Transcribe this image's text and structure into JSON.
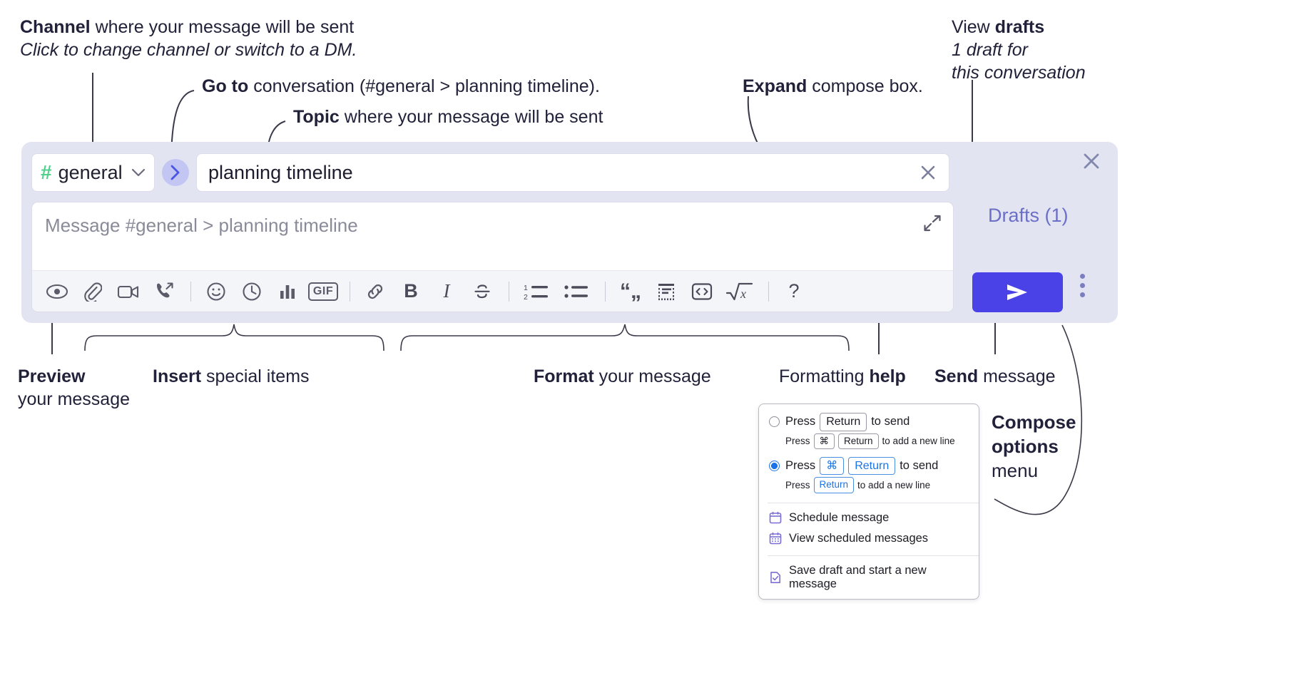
{
  "annotations": {
    "channel": {
      "bold": "Channel",
      "rest": " where your message will be sent",
      "italic": "Click to change channel or switch to a DM."
    },
    "goto": {
      "bold": "Go to",
      "rest": " conversation (#general > planning timeline)."
    },
    "topic": {
      "bold": "Topic",
      "rest": " where your message will be sent"
    },
    "expand": {
      "bold": "Expand",
      "rest": " compose box."
    },
    "drafts": {
      "rest": "View ",
      "bold": "drafts",
      "italic_line1": "1 draft for",
      "italic_line2": "this conversation"
    },
    "preview": {
      "bold": "Preview",
      "line2": "your message"
    },
    "insert": {
      "bold": "Insert",
      "rest": " special items"
    },
    "format": {
      "bold": "Format",
      "rest": " your message"
    },
    "help": {
      "rest": "Formatting ",
      "bold": "help"
    },
    "send": {
      "bold": "Send",
      "rest": " message"
    },
    "compose_options": {
      "line1": "Compose",
      "line2": "options",
      "line3": "menu"
    }
  },
  "compose": {
    "channel_icon": "hash-icon",
    "channel_name": "general",
    "channel_chevron": "chevron-down-icon",
    "goto_icon": "chevron-right-icon",
    "topic_value": "planning timeline",
    "topic_clear_icon": "close-icon",
    "message_placeholder": "Message #general > planning timeline",
    "expand_icon": "expand-icon",
    "drafts_label": "Drafts (1)",
    "close_icon": "close-icon",
    "send_icon": "send-icon",
    "kebab_icon": "more-vertical-icon",
    "toolbar": [
      {
        "name": "preview-icon",
        "type": "icon",
        "label": "Preview"
      },
      {
        "name": "attachment-icon",
        "type": "icon",
        "label": "Attach file"
      },
      {
        "name": "video-icon",
        "type": "icon",
        "label": "Record video clip"
      },
      {
        "name": "audio-call-icon",
        "type": "icon",
        "label": "Record audio clip"
      },
      {
        "name": "separator",
        "type": "sep",
        "label": ""
      },
      {
        "name": "emoji-icon",
        "type": "icon",
        "label": "Emoji"
      },
      {
        "name": "clock-icon",
        "type": "icon",
        "label": "Reminder"
      },
      {
        "name": "poll-icon",
        "type": "icon",
        "label": "Poll"
      },
      {
        "name": "gif-icon",
        "type": "text",
        "label": "GIF"
      },
      {
        "name": "separator",
        "type": "sep",
        "label": ""
      },
      {
        "name": "link-icon",
        "type": "icon",
        "label": "Link"
      },
      {
        "name": "bold-icon",
        "type": "text",
        "label": "B"
      },
      {
        "name": "italic-icon",
        "type": "text",
        "label": "I"
      },
      {
        "name": "strikethrough-icon",
        "type": "icon",
        "label": "Strikethrough"
      },
      {
        "name": "separator",
        "type": "sep",
        "label": ""
      },
      {
        "name": "ordered-list-icon",
        "type": "icon",
        "label": "Ordered list"
      },
      {
        "name": "bulleted-list-icon",
        "type": "icon",
        "label": "Bulleted list"
      },
      {
        "name": "separator",
        "type": "sep",
        "label": ""
      },
      {
        "name": "blockquote-icon",
        "type": "text",
        "label": "“„"
      },
      {
        "name": "code-block-icon",
        "type": "icon",
        "label": "Code block"
      },
      {
        "name": "code-icon",
        "type": "icon",
        "label": "Code"
      },
      {
        "name": "math-icon",
        "type": "icon",
        "label": "Math"
      },
      {
        "name": "separator",
        "type": "sep",
        "label": ""
      },
      {
        "name": "help-icon",
        "type": "text",
        "label": "?"
      }
    ]
  },
  "menu": {
    "options": [
      {
        "selected": false,
        "main_prefix": "Press",
        "main_key": "Return",
        "main_suffix": "to send",
        "sub_prefix": "Press",
        "sub_key1": "⌘",
        "sub_key2": "Return",
        "sub_suffix": "to add a new line"
      },
      {
        "selected": true,
        "main_prefix": "Press",
        "main_key1": "⌘",
        "main_key2": "Return",
        "main_suffix": "to send",
        "sub_prefix": "Press",
        "sub_key": "Return",
        "sub_suffix": "to add a new line"
      }
    ],
    "items": [
      {
        "icon": "calendar-icon",
        "label": "Schedule message"
      },
      {
        "icon": "calendar-days-icon",
        "label": "View scheduled messages"
      },
      {
        "icon": "save-draft-icon",
        "label": "Save draft and start a new message"
      }
    ]
  },
  "colors": {
    "compose_bg": "#e3e4f1",
    "send_button": "#4a42e6",
    "hash_green": "#4fd18b",
    "drafts_text": "#6b6fc6",
    "goto_bubble": "#c3c6f3",
    "menu_icon_purple": "#7b6fd4",
    "radio_blue": "#1a73e8"
  }
}
